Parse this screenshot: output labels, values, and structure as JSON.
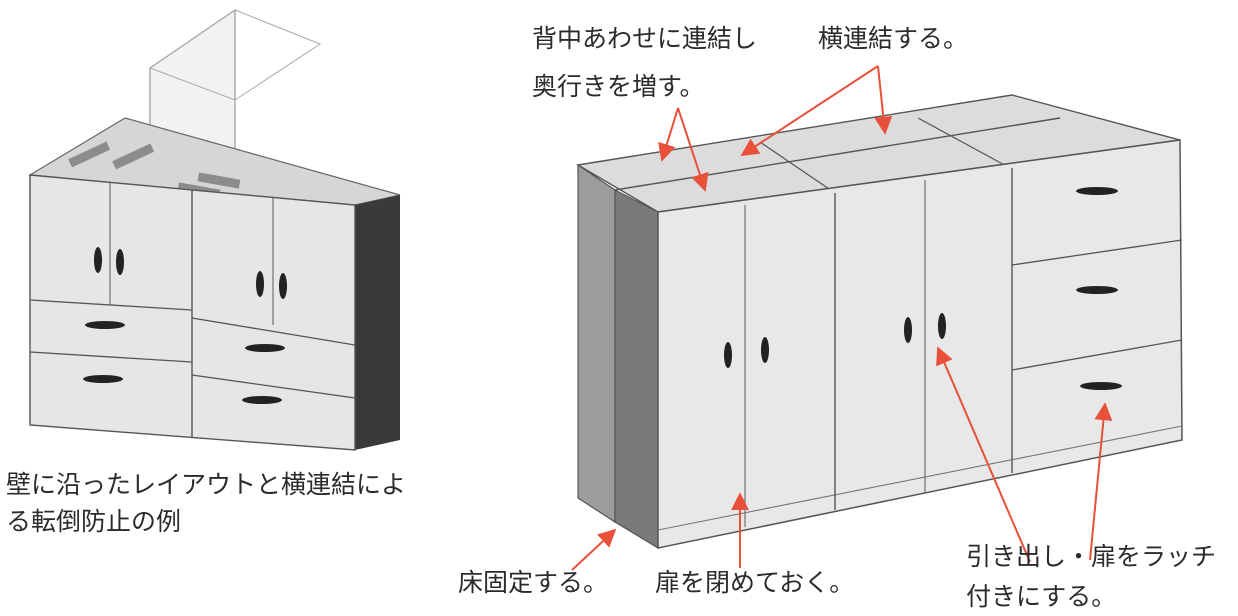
{
  "labels": {
    "back_to_back_line1": "背中あわせに連結し",
    "back_to_back_line2": "奥行きを増す。",
    "side_link": "横連結する。",
    "caption_line1": "壁に沿ったレイアウトと横連結によ",
    "caption_line2": "る転倒防止の例",
    "floor_fix": "床固定する。",
    "close_doors": "扉を閉めておく。",
    "latch_line1": "引き出し・扉をラッチ",
    "latch_line2": "付きにする。"
  },
  "colors": {
    "arrow": "#e8503a",
    "text": "#2b2b2b",
    "cabinet_front": "#e6e6e6",
    "cabinet_top": "#d9d9d9",
    "cabinet_side": "#3a3a3a",
    "handle": "#222222"
  }
}
